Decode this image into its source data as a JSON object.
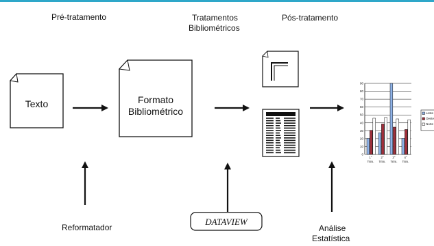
{
  "stages": {
    "pre": "Pré-tratamento",
    "bib_line1": "Tratamentos",
    "bib_line2": "Bibliométricos",
    "pos": "Pós-tratamento"
  },
  "documents": {
    "texto": "Texto",
    "formato_line1": "Formato",
    "formato_line2": "Bibliométrico"
  },
  "tools": {
    "reformatador": "Reformatador",
    "dataview": "DATAVIEW",
    "analise_line1": "Análise",
    "analise_line2": "Estatística"
  },
  "colors": {
    "top_rule": "#2ea7c9",
    "series_blue": "#8fb3e8",
    "series_red": "#a0303c",
    "series_white": "#ffffff"
  },
  "chart_data": {
    "type": "bar",
    "categories": [
      "1° Trim.",
      "2° Trim.",
      "3° Trim.",
      "4° Trim."
    ],
    "category_top": [
      "1°",
      "2°",
      "3°",
      "4°"
    ],
    "category_bottom": [
      "Trim.",
      "Trim.",
      "Trim.",
      "Trim."
    ],
    "yticks": [
      "0",
      "10",
      "20",
      "30",
      "40",
      "50",
      "60",
      "70",
      "80",
      "90"
    ],
    "ylim": [
      0,
      90
    ],
    "series": [
      {
        "name": "Leste",
        "values": [
          20.4,
          27.4,
          90,
          20.4
        ]
      },
      {
        "name": "Oeste",
        "values": [
          30.6,
          38.6,
          34.6,
          31.6
        ]
      },
      {
        "name": "Norte",
        "values": [
          45.9,
          46.9,
          45,
          43.9
        ]
      }
    ],
    "legend_labels": [
      "Leste",
      "Oeste",
      "Norte"
    ],
    "legend": "right"
  }
}
